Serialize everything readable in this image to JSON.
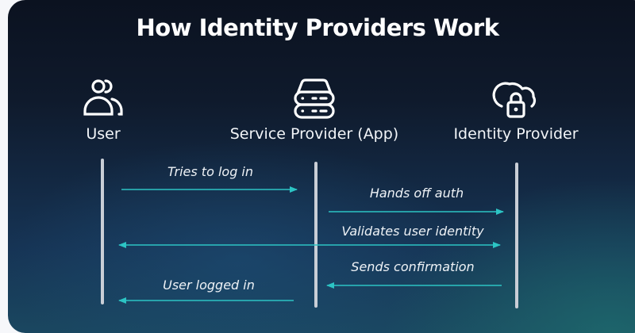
{
  "title": "How Identity Providers Work",
  "actors": [
    {
      "label": "User",
      "icon": "users-icon"
    },
    {
      "label": "Service Provider (App)",
      "icon": "server-icon"
    },
    {
      "label": "Identity Provider",
      "icon": "cloud-lock-icon"
    }
  ],
  "messages": [
    {
      "label": "Tries to log in",
      "from": "User",
      "to": "Service Provider (App)",
      "direction": "right"
    },
    {
      "label": "Hands off auth",
      "from": "Service Provider (App)",
      "to": "Identity Provider",
      "direction": "right"
    },
    {
      "label": "Validates user identity",
      "from": "User",
      "to": "Identity Provider",
      "direction": "both"
    },
    {
      "label": "Sends confirmation",
      "from": "Identity Provider",
      "to": "Service Provider (App)",
      "direction": "left"
    },
    {
      "label": "User logged in",
      "from": "Service Provider (App)",
      "to": "User",
      "direction": "left"
    }
  ],
  "colors": {
    "arrow": "#2cc4c4",
    "lifeline": "#c9ced6",
    "text": "#ffffff"
  }
}
